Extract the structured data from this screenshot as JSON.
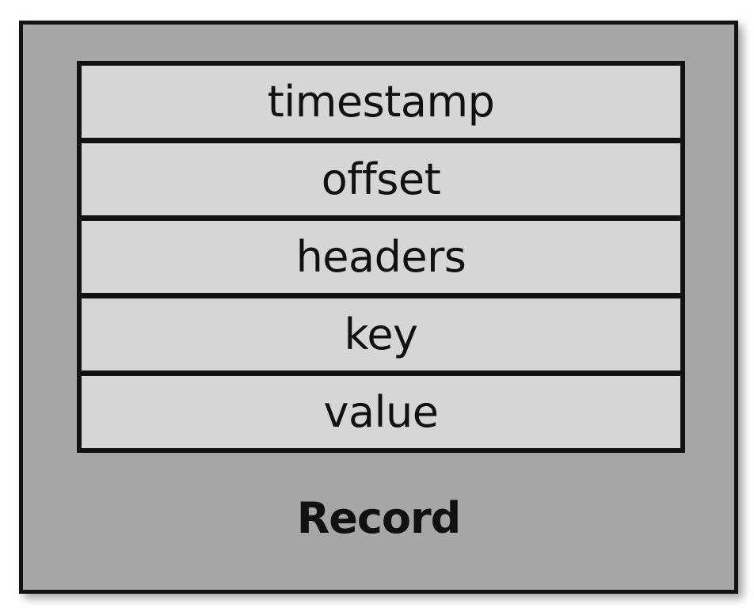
{
  "record": {
    "label": "Record",
    "fields": [
      "timestamp",
      "offset",
      "headers",
      "key",
      "value"
    ]
  },
  "colors": {
    "outer_fill": "#a6a6a6",
    "field_fill": "#d6d6d6",
    "border": "#111111"
  }
}
